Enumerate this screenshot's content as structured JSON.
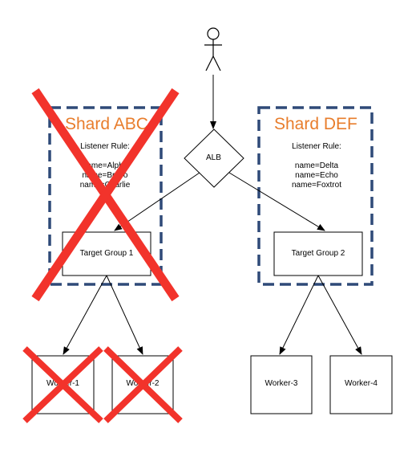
{
  "load_balancer": {
    "label": "ALB"
  },
  "shards": [
    {
      "title": "Shard ABC",
      "listener_rule_title": "Listener Rule:",
      "rules": [
        "name=Alpha",
        "name=Bravo",
        "name=Charlie"
      ],
      "target_group": "Target Group 1",
      "crossed_out": true,
      "workers": [
        {
          "label": "Worker-1",
          "crossed_out": true
        },
        {
          "label": "Worker-2",
          "crossed_out": true
        }
      ]
    },
    {
      "title": "Shard DEF",
      "listener_rule_title": "Listener Rule:",
      "rules": [
        "name=Delta",
        "name=Echo",
        "name=Foxtrot"
      ],
      "target_group": "Target Group 2",
      "crossed_out": false,
      "workers": [
        {
          "label": "Worker-3",
          "crossed_out": false
        },
        {
          "label": "Worker-4",
          "crossed_out": false
        }
      ]
    }
  ],
  "colors": {
    "shard_border": "#2f4a78",
    "shard_title": "#e87d2c",
    "cross": "#f2332b"
  }
}
